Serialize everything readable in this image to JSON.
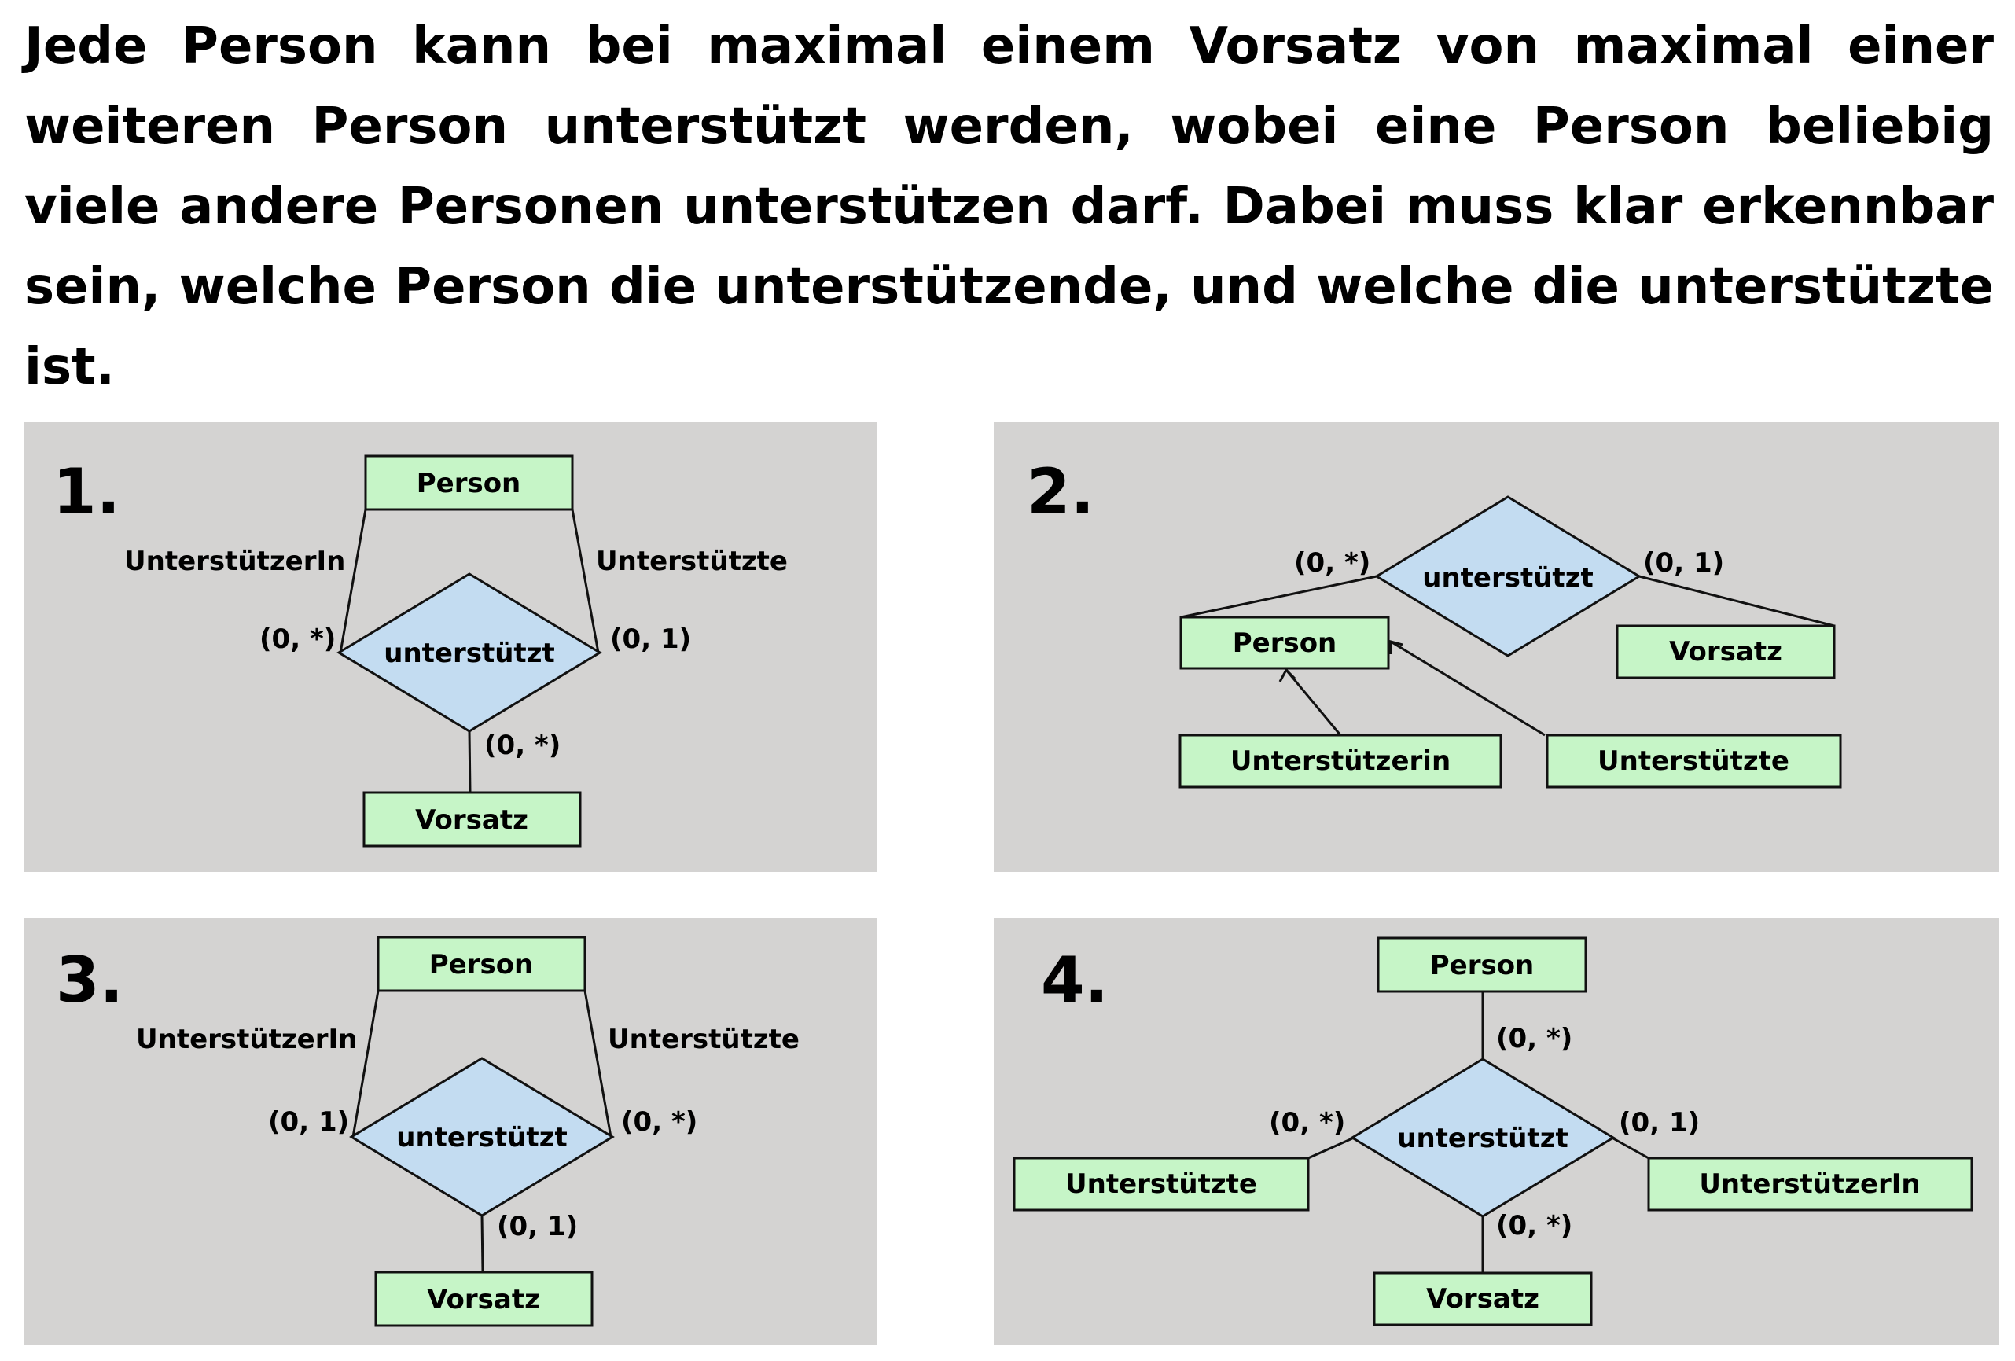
{
  "question": "Jede Person kann bei maximal einem Vorsatz von maximal einer weiteren Person unterstützt werden, wobei eine Person beliebig viele andere Personen unterstützen darf. Dabei muss klar erkennbar sein, welche Person die unterstützende, und welche die unterstützte ist.",
  "colors": {
    "panel_background": "#d4d3d2",
    "entity_fill": "#c6f5c7",
    "relationship_fill": "#c3dcf1"
  },
  "options": [
    {
      "number": "1.",
      "entities": {
        "top": "Person",
        "bottom": "Vorsatz"
      },
      "relationship": "unterstützt",
      "roles": {
        "left": "UnterstützerIn",
        "right": "Unterstützte"
      },
      "cardinalities": {
        "left": "(0, *)",
        "right": "(0, 1)",
        "bottom": "(0, *)"
      }
    },
    {
      "number": "2.",
      "entities": {
        "person": "Person",
        "vorsatz": "Vorsatz",
        "sub_left": "Unterstützerin",
        "sub_right": "Unterstützte"
      },
      "relationship": "unterstützt",
      "cardinalities": {
        "left": "(0, *)",
        "right": "(0, 1)"
      }
    },
    {
      "number": "3.",
      "entities": {
        "top": "Person",
        "bottom": "Vorsatz"
      },
      "relationship": "unterstützt",
      "roles": {
        "left": "UnterstützerIn",
        "right": "Unterstützte"
      },
      "cardinalities": {
        "left": "(0, 1)",
        "right": "(0, *)",
        "bottom": "(0, 1)"
      }
    },
    {
      "number": "4.",
      "entities": {
        "top": "Person",
        "left": "Unterstützte",
        "right": "UnterstützerIn",
        "bottom": "Vorsatz"
      },
      "relationship": "unterstützt",
      "cardinalities": {
        "top": "(0, *)",
        "left": "(0, *)",
        "right": "(0, 1)",
        "bottom": "(0, *)"
      }
    }
  ]
}
